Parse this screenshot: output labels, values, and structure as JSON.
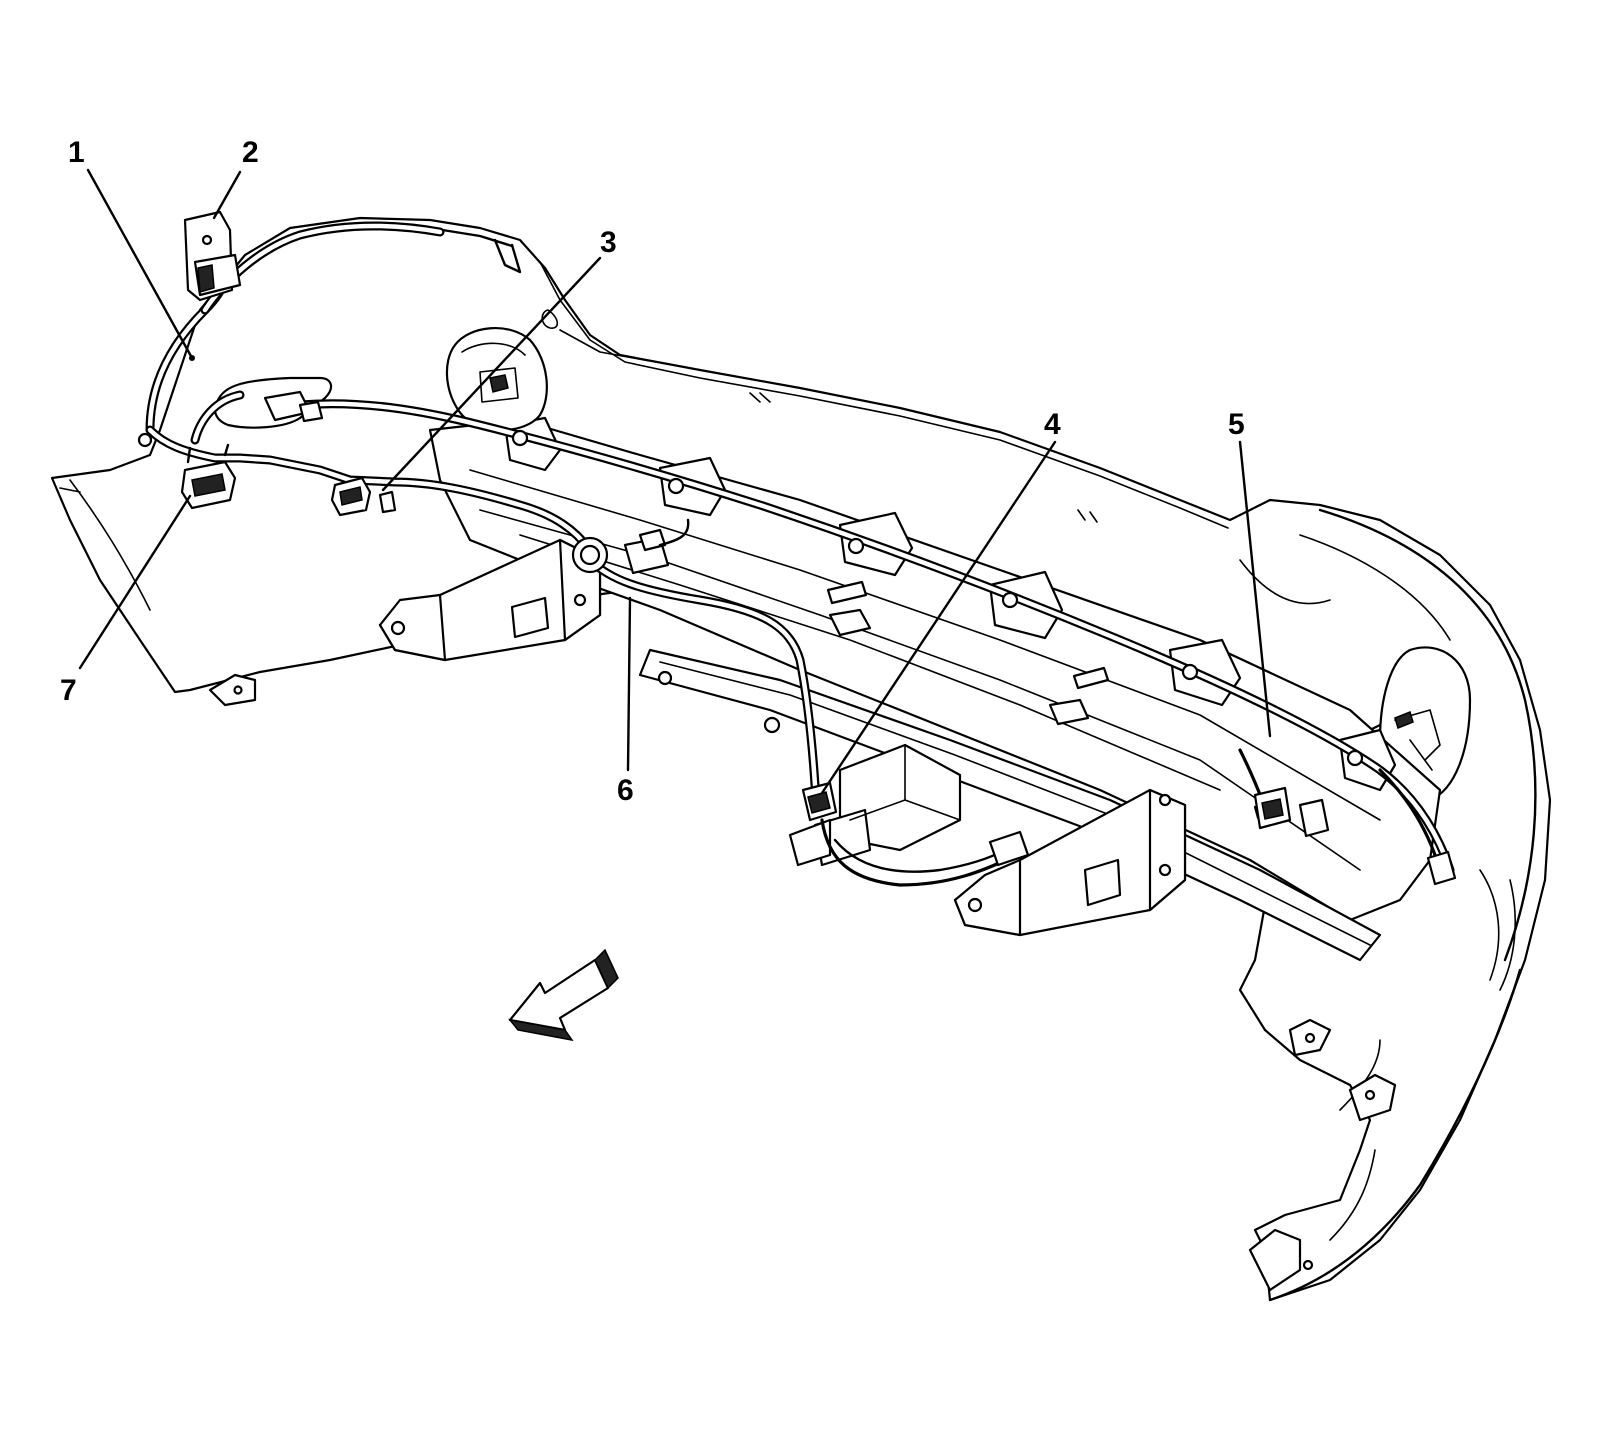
{
  "callouts": {
    "c1": "1",
    "c2": "2",
    "c3": "3",
    "c4": "4",
    "c5": "5",
    "c6": "6",
    "c7": "7"
  },
  "icons": {
    "direction_arrow": "forward-arrow-icon"
  },
  "colors": {
    "line": "#000000",
    "background": "#ffffff"
  }
}
